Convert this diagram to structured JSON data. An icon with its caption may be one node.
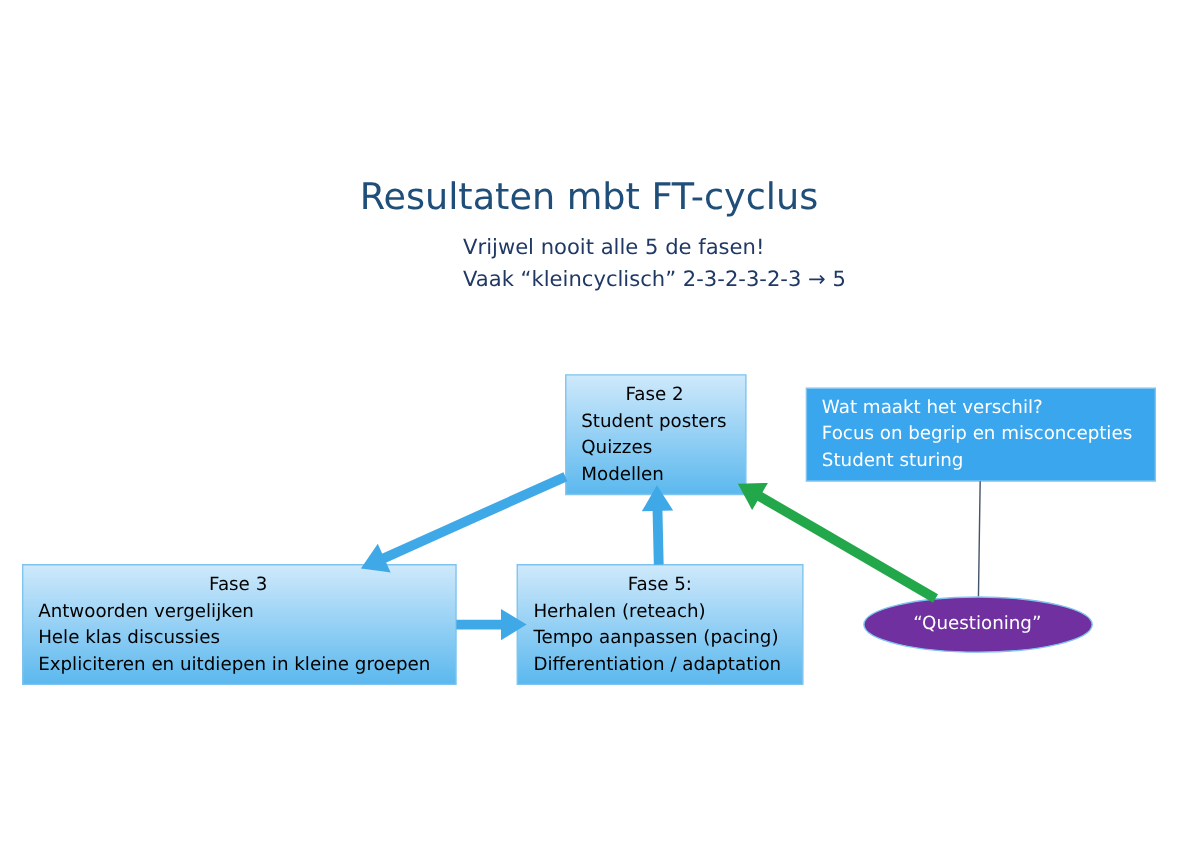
{
  "diagram": {
    "title": "Resultaten mbt FT-cyclus",
    "nodes": [
      {
        "text": [
          "Fase 2",
          "Student posters",
          "Quizzes",
          "Modellen"
        ]
      },
      {
        "text": [
          "Wat maakt het verschil?",
          "Focus on begrip en misconcepties",
          "Student sturing"
        ]
      },
      {
        "text": [
          "Fase 5:",
          "Herhalen (reteach)",
          "Tempo aanpassen (pacing)",
          "Differentiation / adaptation"
        ]
      },
      {
        "text": [
          "“Questioning”"
        ]
      },
      {
        "text": [
          "Fase 3",
          "Antwoorden vergelijken",
          "Hele klas discussies",
          "Expliciteren en uitdiepen in kleine groepen"
        ]
      }
    ],
    "edges": [
      {
        "from": 0,
        "to": 4,
        "arrow": "to"
      },
      {
        "from": 4,
        "to": 2,
        "arrow": "to"
      },
      {
        "from": 2,
        "to": 0,
        "arrow": "to"
      },
      {
        "from": 3,
        "to": 0,
        "arrow": "to",
        "color": "#22a84a"
      },
      {
        "from": 3,
        "to": 1,
        "arrow": "none",
        "color": "#44546a"
      }
    ],
    "labels": [
      "Vrijwel nooit alle 5 de fasen!",
      "Vaak “kleincyclisch” 2-3-2-3-2-3 → 5"
    ]
  }
}
